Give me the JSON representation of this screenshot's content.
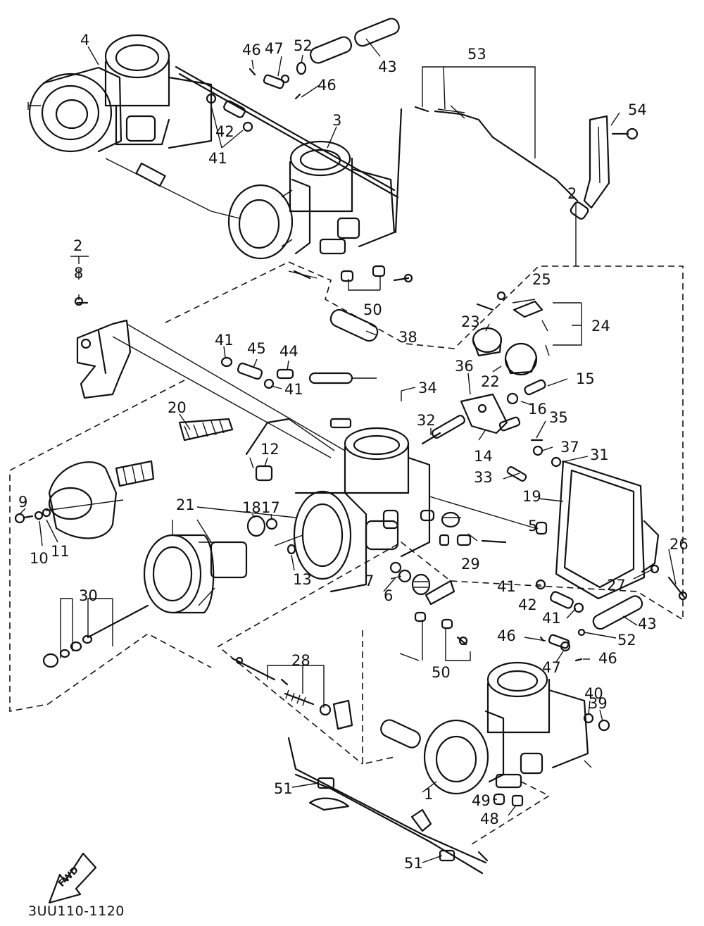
{
  "diagram": {
    "drawing_code": "3UU110-1120",
    "fwd_label": "FWD",
    "callouts": [
      {
        "id": "c1",
        "text": "1"
      },
      {
        "id": "c2a",
        "text": "2"
      },
      {
        "id": "c2b",
        "text": "2"
      },
      {
        "id": "c3",
        "text": "3"
      },
      {
        "id": "c4",
        "text": "4"
      },
      {
        "id": "c5",
        "text": "5"
      },
      {
        "id": "c6",
        "text": "6"
      },
      {
        "id": "c7",
        "text": "7"
      },
      {
        "id": "c8",
        "text": "8"
      },
      {
        "id": "c9",
        "text": "9"
      },
      {
        "id": "c10",
        "text": "10"
      },
      {
        "id": "c11",
        "text": "11"
      },
      {
        "id": "c12",
        "text": "12"
      },
      {
        "id": "c13",
        "text": "13"
      },
      {
        "id": "c14",
        "text": "14"
      },
      {
        "id": "c15",
        "text": "15"
      },
      {
        "id": "c16",
        "text": "16"
      },
      {
        "id": "c17",
        "text": "17"
      },
      {
        "id": "c18",
        "text": "18"
      },
      {
        "id": "c19",
        "text": "19"
      },
      {
        "id": "c20",
        "text": "20"
      },
      {
        "id": "c21",
        "text": "21"
      },
      {
        "id": "c22",
        "text": "22"
      },
      {
        "id": "c23",
        "text": "23"
      },
      {
        "id": "c24",
        "text": "24"
      },
      {
        "id": "c25",
        "text": "25"
      },
      {
        "id": "c26",
        "text": "26"
      },
      {
        "id": "c27",
        "text": "27"
      },
      {
        "id": "c28",
        "text": "28"
      },
      {
        "id": "c29",
        "text": "29"
      },
      {
        "id": "c30",
        "text": "30"
      },
      {
        "id": "c31",
        "text": "31"
      },
      {
        "id": "c32",
        "text": "32"
      },
      {
        "id": "c33",
        "text": "33"
      },
      {
        "id": "c34",
        "text": "34"
      },
      {
        "id": "c35",
        "text": "35"
      },
      {
        "id": "c36",
        "text": "36"
      },
      {
        "id": "c37",
        "text": "37"
      },
      {
        "id": "c38",
        "text": "38"
      },
      {
        "id": "c39",
        "text": "39"
      },
      {
        "id": "c40",
        "text": "40"
      },
      {
        "id": "c41a",
        "text": "41"
      },
      {
        "id": "c41b",
        "text": "41"
      },
      {
        "id": "c41c",
        "text": "41"
      },
      {
        "id": "c41d",
        "text": "41"
      },
      {
        "id": "c41e",
        "text": "41"
      },
      {
        "id": "c42a",
        "text": "42"
      },
      {
        "id": "c42b",
        "text": "42"
      },
      {
        "id": "c43a",
        "text": "43"
      },
      {
        "id": "c43b",
        "text": "43"
      },
      {
        "id": "c44",
        "text": "44"
      },
      {
        "id": "c45",
        "text": "45"
      },
      {
        "id": "c46a",
        "text": "46"
      },
      {
        "id": "c46b",
        "text": "46"
      },
      {
        "id": "c46c",
        "text": "46"
      },
      {
        "id": "c46d",
        "text": "46"
      },
      {
        "id": "c47a",
        "text": "47"
      },
      {
        "id": "c47b",
        "text": "47"
      },
      {
        "id": "c48",
        "text": "48"
      },
      {
        "id": "c49",
        "text": "49"
      },
      {
        "id": "c50a",
        "text": "50"
      },
      {
        "id": "c50b",
        "text": "50"
      },
      {
        "id": "c51a",
        "text": "51"
      },
      {
        "id": "c51b",
        "text": "51"
      },
      {
        "id": "c52a",
        "text": "52"
      },
      {
        "id": "c52b",
        "text": "52"
      },
      {
        "id": "c53",
        "text": "53"
      },
      {
        "id": "c54",
        "text": "54"
      }
    ]
  }
}
